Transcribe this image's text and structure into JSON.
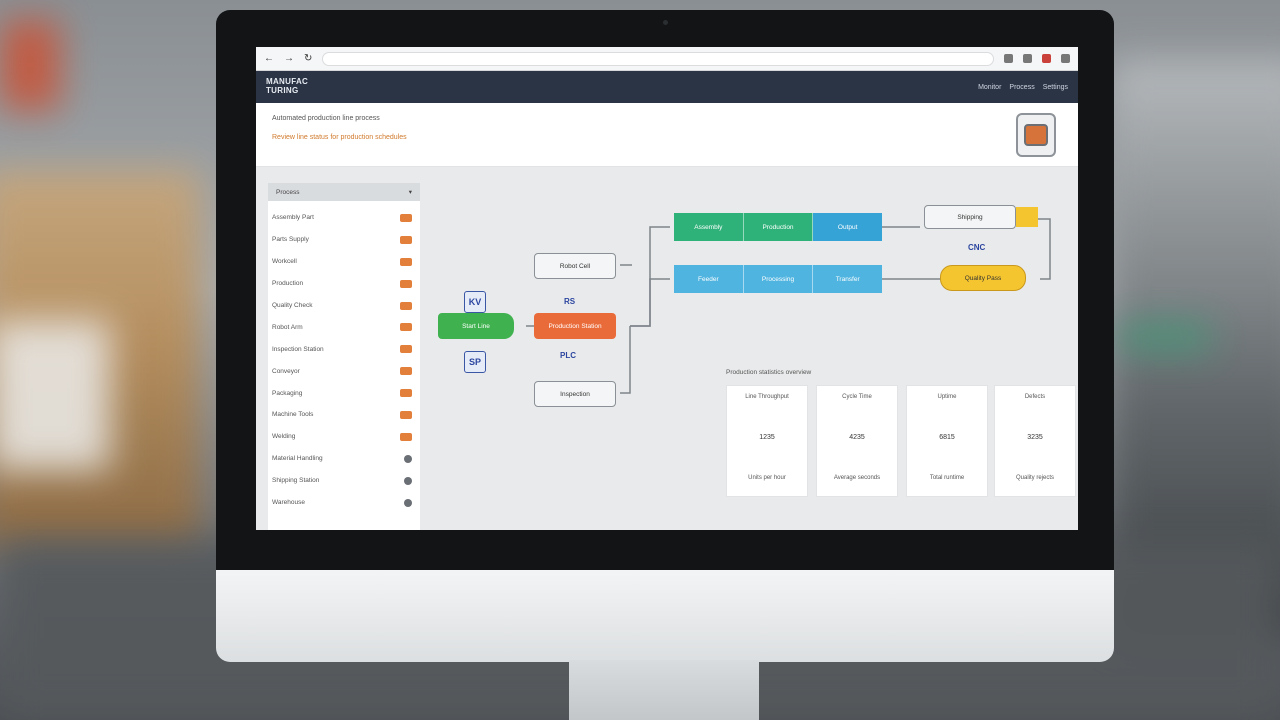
{
  "browser": {
    "back": "←",
    "forward": "→",
    "reload": "↻"
  },
  "app": {
    "title_line1": "MANUFAC",
    "title_line2": "TURING",
    "header_items": [
      "Monitor",
      "Process",
      "Settings"
    ]
  },
  "info": {
    "line1": "Automated production line process",
    "line2": "Review line status for production schedules"
  },
  "sidebar": {
    "title": "Process",
    "items": [
      "Assembly Part",
      "Parts Supply",
      "Workcell",
      "Production",
      "Quality Check",
      "Robot Arm",
      "Inspection Station",
      "Conveyor",
      "Packaging",
      "Machine Tools",
      "Welding",
      "Material Handling",
      "Shipping Station",
      "Warehouse"
    ]
  },
  "flow": {
    "start_node": "Start Line",
    "orange_node": "Production Station",
    "gray_top": "Robot Cell",
    "gray_bottom": "Inspection",
    "green_bar": [
      "Assembly",
      "Production",
      "Output"
    ],
    "blue_bar": [
      "Feeder",
      "Processing",
      "Transfer"
    ],
    "top_right_node": "Shipping",
    "yellow_node": "Quality Pass",
    "icon_1": "KV",
    "icon_2": "SP",
    "mini_1": "RS",
    "mini_2": "PLC",
    "mini_3": "CNC"
  },
  "stats": {
    "caption": "Production statistics overview",
    "cards": [
      {
        "title": "Line Throughput",
        "value": "1235",
        "foot": "Units per hour"
      },
      {
        "title": "Cycle Time",
        "value": "4235",
        "foot": "Average seconds"
      },
      {
        "title": "Uptime",
        "value": "6815",
        "foot": "Total runtime"
      },
      {
        "title": "Defects",
        "value": "3235",
        "foot": "Quality rejects"
      }
    ]
  },
  "colors": {
    "header_bg": "#2b3445",
    "accent_orange": "#ea6b3a",
    "accent_green": "#3fb24f",
    "accent_blue": "#4fb4e0",
    "accent_yellow": "#f5c52f"
  }
}
